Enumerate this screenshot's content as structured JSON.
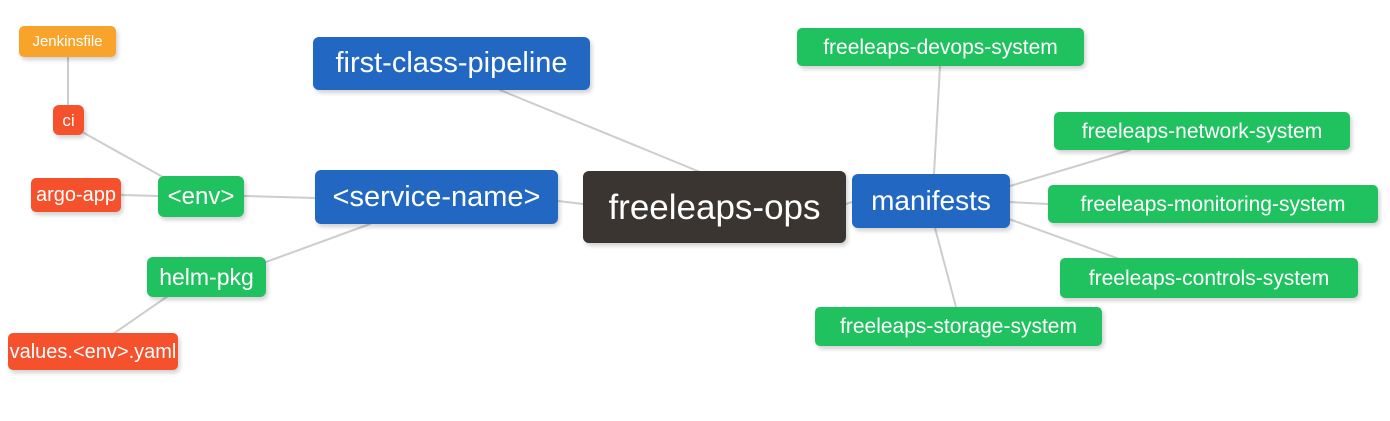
{
  "diagram": {
    "type": "mindmap",
    "root": "freeleaps-ops"
  },
  "palette": {
    "blue": "#2268C3",
    "green": "#20C25F",
    "orange": "#F8A42B",
    "red": "#F4512C",
    "dark": "#3A3531",
    "line": "#CDCDCD",
    "text": "#FFFFFF"
  },
  "nodes": {
    "jenkinsfile": {
      "label": "Jenkinsfile"
    },
    "ci": {
      "label": "ci"
    },
    "argo_app": {
      "label": "argo-app"
    },
    "env": {
      "label": "<env>"
    },
    "helm_pkg": {
      "label": "helm-pkg"
    },
    "values_yaml": {
      "label": "values.<env>.yaml"
    },
    "first_class_pipeline": {
      "label": "first-class-pipeline"
    },
    "service_name": {
      "label": "<service-name>"
    },
    "freeleaps_ops": {
      "label": "freeleaps-ops"
    },
    "manifests": {
      "label": "manifests"
    },
    "devops_system": {
      "label": "freeleaps-devops-system"
    },
    "network_system": {
      "label": "freeleaps-network-system"
    },
    "monitoring_system": {
      "label": "freeleaps-monitoring-system"
    },
    "controls_system": {
      "label": "freeleaps-controls-system"
    },
    "storage_system": {
      "label": "freeleaps-storage-system"
    }
  },
  "edges": [
    {
      "from": "jenkinsfile",
      "to": "ci"
    },
    {
      "from": "ci",
      "to": "env"
    },
    {
      "from": "argo_app",
      "to": "env"
    },
    {
      "from": "env",
      "to": "service_name"
    },
    {
      "from": "helm_pkg",
      "to": "service_name"
    },
    {
      "from": "values_yaml",
      "to": "helm_pkg"
    },
    {
      "from": "first_class_pipeline",
      "to": "freeleaps_ops"
    },
    {
      "from": "service_name",
      "to": "freeleaps_ops"
    },
    {
      "from": "freeleaps_ops",
      "to": "manifests"
    },
    {
      "from": "manifests",
      "to": "devops_system"
    },
    {
      "from": "manifests",
      "to": "network_system"
    },
    {
      "from": "manifests",
      "to": "monitoring_system"
    },
    {
      "from": "manifests",
      "to": "controls_system"
    },
    {
      "from": "manifests",
      "to": "storage_system"
    }
  ]
}
